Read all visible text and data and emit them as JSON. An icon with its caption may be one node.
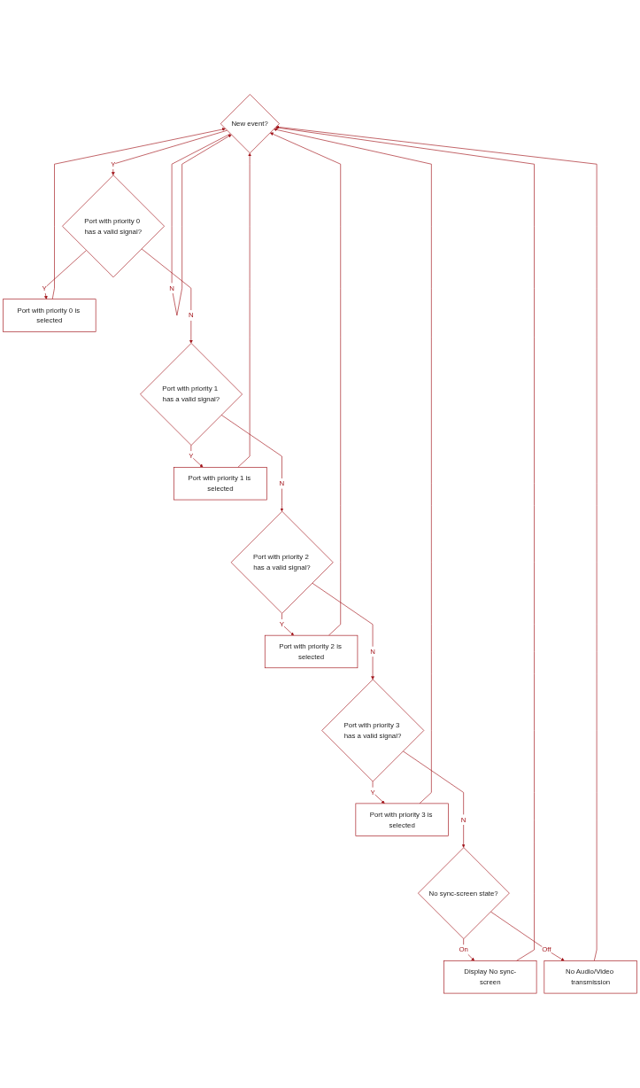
{
  "diagram": {
    "nodes": [
      {
        "text": [
          "New event?"
        ]
      },
      {
        "text": [
          "Port with priority 0 has a valid signal?"
        ]
      },
      {
        "text": [
          "Port with priority 0 is selected"
        ]
      },
      {
        "text": [
          "Port with priority 1 has a valid signal?"
        ]
      },
      {
        "text": [
          "Port with priority 1 is selected"
        ]
      },
      {
        "text": [
          "Port with priority 2 has a valid signal?"
        ]
      },
      {
        "text": [
          "Port with priority 2 is selected"
        ]
      },
      {
        "text": [
          "Port with priority 3 has a valid signal?"
        ]
      },
      {
        "text": [
          "Port with priority 3 is selected"
        ]
      },
      {
        "text": [
          "No sync-screen state?"
        ]
      },
      {
        "text": [
          "Display No sync-screen"
        ]
      },
      {
        "text": [
          "No Audio/Video transmission"
        ]
      }
    ],
    "edges": [
      {
        "from": 0,
        "to": 0,
        "arrow": "to",
        "label": "N"
      },
      {
        "from": 0,
        "to": 1,
        "arrow": "to",
        "label": "Y"
      },
      {
        "from": 1,
        "to": 2,
        "arrow": "to",
        "label": "Y"
      },
      {
        "from": 1,
        "to": 3,
        "arrow": "to",
        "label": "N"
      },
      {
        "from": 3,
        "to": 4,
        "arrow": "to",
        "label": "Y"
      },
      {
        "from": 3,
        "to": 5,
        "arrow": "to",
        "label": "N"
      },
      {
        "from": 5,
        "to": 6,
        "arrow": "to",
        "label": "Y"
      },
      {
        "from": 5,
        "to": 7,
        "arrow": "to",
        "label": "N"
      },
      {
        "from": 7,
        "to": 8,
        "arrow": "to",
        "label": "Y"
      },
      {
        "from": 7,
        "to": 9,
        "arrow": "to",
        "label": "N"
      },
      {
        "from": 9,
        "to": 10,
        "arrow": "to",
        "label": "On"
      },
      {
        "from": 9,
        "to": 11,
        "arrow": "to",
        "label": "Off"
      },
      {
        "from": 2,
        "to": 0,
        "arrow": "to"
      },
      {
        "from": 4,
        "to": 0,
        "arrow": "to"
      },
      {
        "from": 6,
        "to": 0,
        "arrow": "to"
      },
      {
        "from": 8,
        "to": 0,
        "arrow": "to"
      },
      {
        "from": 10,
        "to": 0,
        "arrow": "to"
      },
      {
        "from": 11,
        "to": 0,
        "arrow": "to"
      }
    ]
  }
}
